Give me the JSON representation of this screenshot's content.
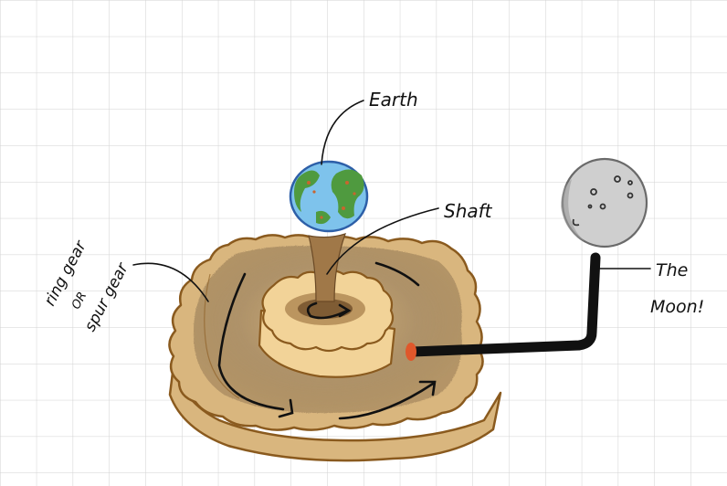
{
  "labels": {
    "earth": "Earth",
    "shaft": "Shaft",
    "ring_gear_line1": "ring gear",
    "ring_gear_line2": "OR",
    "ring_gear_line3": "spur gear",
    "moon_line1": "The",
    "moon_line2": "Moon!"
  },
  "colors": {
    "grid": "#d2d2d2",
    "gear_fill": "#d9b67e",
    "gear_outline": "#8a5a1e",
    "gear_shade": "#9c8160",
    "inner_gear_fill": "#f2d398",
    "shaft": "#a07848",
    "ocean": "#7ec3ec",
    "land": "#4f9a3f",
    "land_spots": "#c9652e",
    "moon": "#cfcfcf",
    "moon_outline": "#6a6a6a",
    "arm": "#111111",
    "pin": "#e0572b"
  }
}
